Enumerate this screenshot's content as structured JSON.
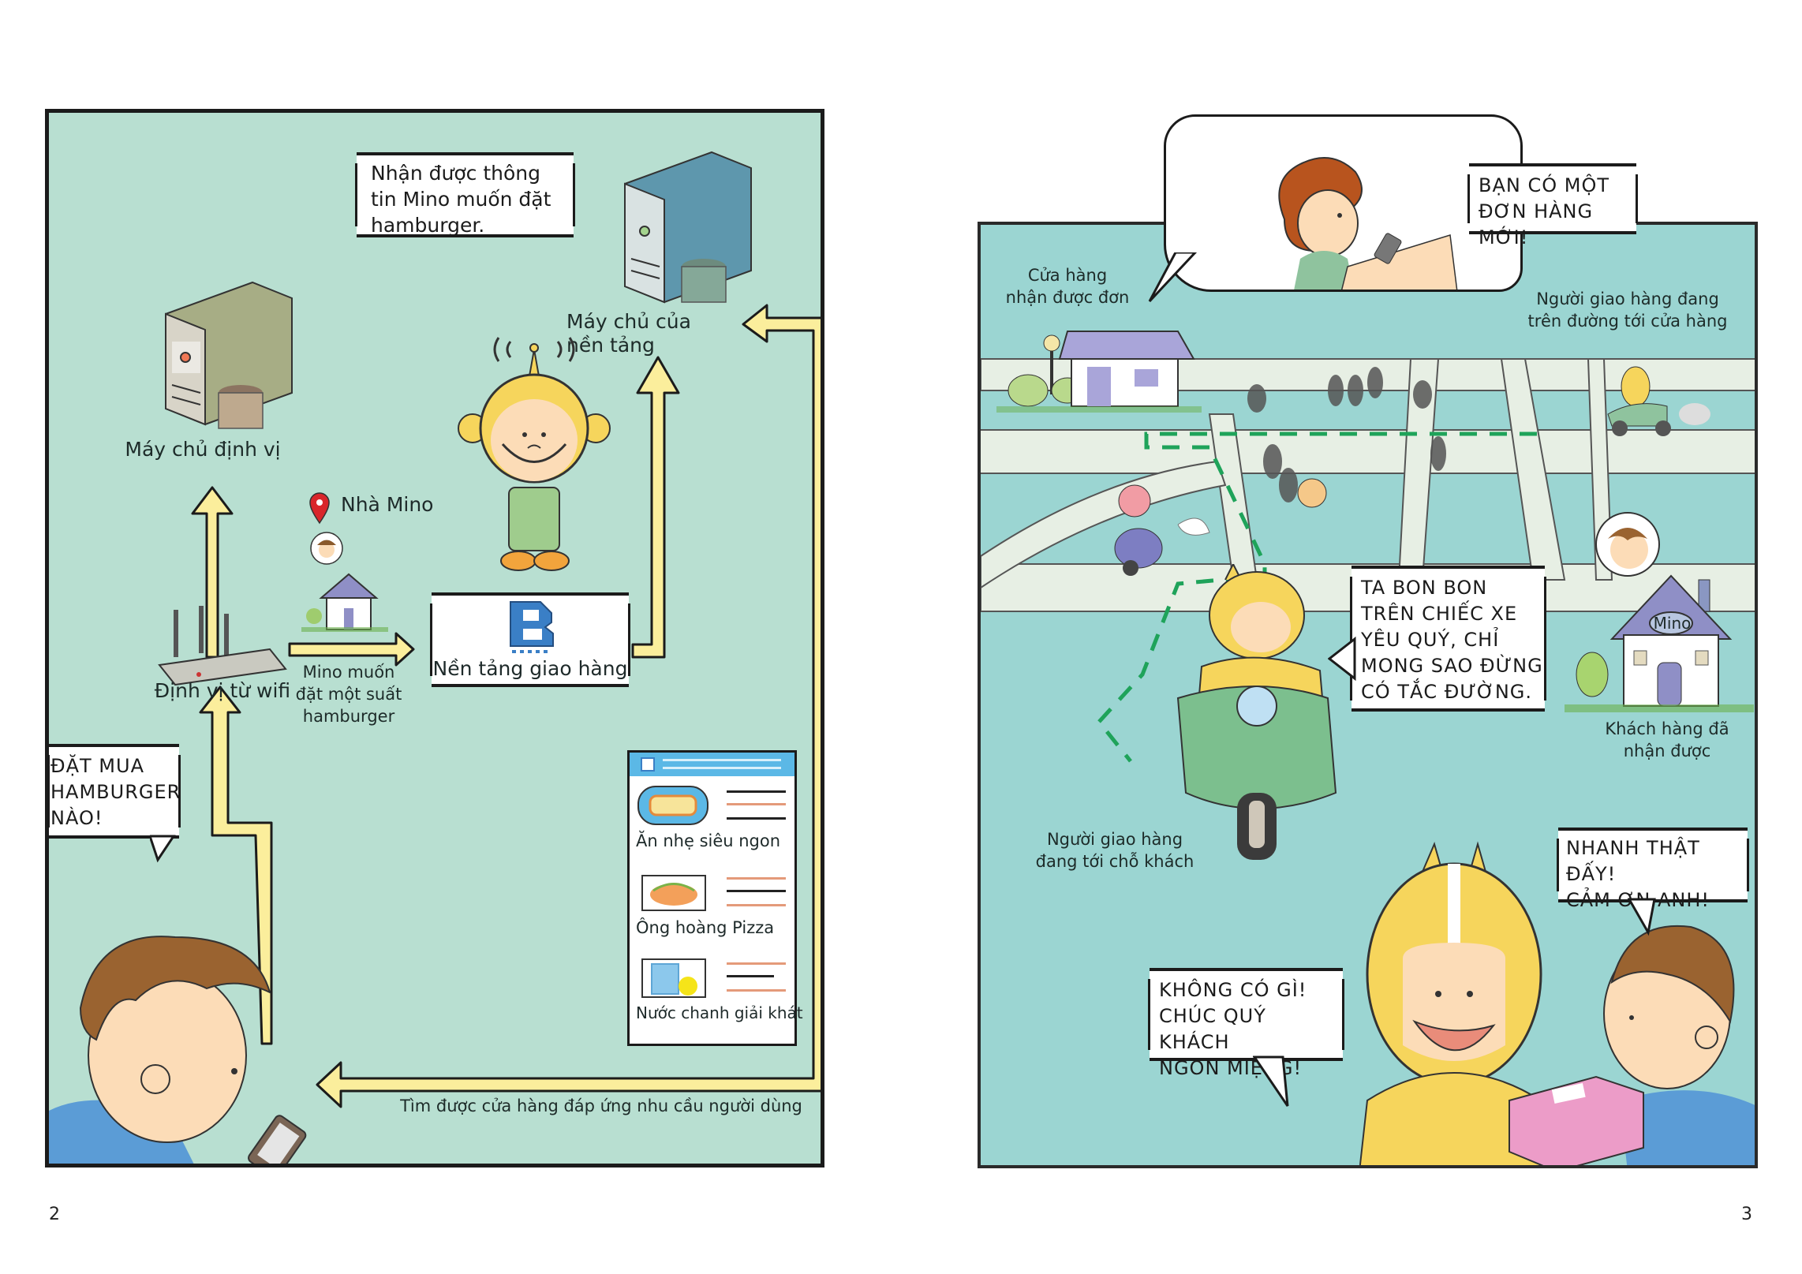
{
  "pages": {
    "left_number": "2",
    "right_number": "3"
  },
  "colors": {
    "left_panel_bg": "#b8dfd1",
    "right_panel_bg": "#9bd5d2",
    "arrow_fill": "#fbee9c",
    "platform_blue": "#3a7fc6",
    "route_green": "#1fa35a",
    "pin_red": "#d9262b"
  },
  "left": {
    "note_received": "Nhận được thông\ntin Mino muốn đặt\nhamburger.",
    "location_server_label": "Máy chủ định vị",
    "platform_server_label": "Máy chủ của\nnền tảng",
    "home_pin_label": "Nhà Mino",
    "wifi_label": "Định vị từ wifi",
    "order_caption": "Mino muốn\nđặt một suất\nhamburger",
    "platform_label": "Nền tảng giao hàng",
    "speech_order": "ĐẶT MUA\nHAMBURGER\nNÀO!",
    "found_store_caption": "Tìm được cửa hàng đáp ứng nhu cầu người dùng",
    "app_list": {
      "items": [
        {
          "label": "Ăn nhẹ siêu ngon",
          "icon": "sandwich-icon"
        },
        {
          "label": "Ông hoàng Pizza",
          "icon": "pizza-icon"
        },
        {
          "label": "Nước chanh giải khát",
          "icon": "lemonade-icon"
        }
      ]
    }
  },
  "right": {
    "store_caption": "Cửa hàng\nnhận được đơn",
    "speech_new_order": "BẠN CÓ MỘT\nĐƠN HÀNG MỚI!",
    "courier_to_store_caption": "Người giao hàng đang\ntrên đường tới cửa hàng",
    "speech_rider": "TA BON BON\nTRÊN CHIẾC XE\nYÊU QUÝ, CHỈ\nMONG SAO ĐỪNG\nCÓ TẮC ĐƯỜNG.",
    "house_sign": "Mino",
    "customer_received_caption": "Khách hàng đã\nnhận được",
    "courier_to_customer_caption": "Người giao hàng\nđang tới chỗ khách",
    "speech_thanks": "NHANH THẬT ĐẤY!\nCẢM ƠN ANH!",
    "speech_reply": "KHÔNG CÓ GÌ!\nCHÚC QUÝ KHÁCH\nNGON MIỆNG!"
  }
}
